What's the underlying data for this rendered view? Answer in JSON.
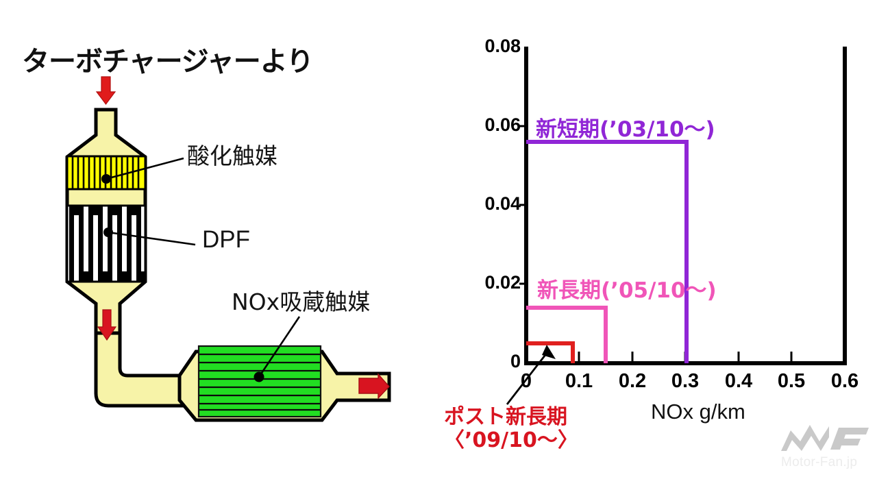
{
  "diagram": {
    "title": "ターボチャージャーより",
    "labels": {
      "oxidation_catalyst": "酸化触媒",
      "dpf": "DPF",
      "nox_trap": "NOx吸蔵触媒"
    },
    "colors": {
      "pipe_fill": "#f7f3a8",
      "oxidation_fill": "#ffff00",
      "nox_fill": "#22dd22",
      "outline": "#000000",
      "flow_arrow": "#d81420"
    }
  },
  "chart_data": {
    "type": "line",
    "title": "",
    "xlabel": "NOx  g/km",
    "ylabel": "",
    "xlim": [
      0,
      0.6
    ],
    "ylim": [
      0,
      0.08
    ],
    "xticks": [
      "0",
      "0.1",
      "0.2",
      "0.3",
      "0.4",
      "0.5",
      "0.6"
    ],
    "xtick_values": [
      0,
      0.1,
      0.2,
      0.3,
      0.4,
      0.5,
      0.6
    ],
    "yticks": [
      "0",
      "0.02",
      "0.04",
      "0.06",
      "0.08"
    ],
    "ytick_values": [
      0,
      0.02,
      0.04,
      0.06,
      0.08
    ],
    "minor_yticks": [
      0.01,
      0.03,
      0.05,
      0.07
    ],
    "grid": false,
    "legend_position": "inline-annotations",
    "series": [
      {
        "name": "新短期(’03/10〜)",
        "color": "#9026d6",
        "nox_limit": 0.28,
        "pm_limit": 0.056,
        "shape": "step",
        "x": [
          0,
          0.28,
          0.28
        ],
        "y": [
          0.056,
          0.056,
          0
        ]
      },
      {
        "name": "新長期(’05/10〜)",
        "color": "#f055b8",
        "nox_limit": 0.14,
        "pm_limit": 0.014,
        "shape": "step",
        "x": [
          0,
          0.14,
          0.14
        ],
        "y": [
          0.014,
          0.014,
          0
        ]
      },
      {
        "name": "ポスト新長期〈’09/10〜〉",
        "color": "#d81420",
        "nox_limit": 0.08,
        "pm_limit": 0.005,
        "shape": "step",
        "x": [
          0,
          0.08,
          0.08
        ],
        "y": [
          0.005,
          0.005,
          0
        ]
      }
    ],
    "annotations": [
      {
        "text": "新短期(’03/10〜)",
        "color": "#9026d6",
        "x": 0.02,
        "y": 0.061
      },
      {
        "text": "新長期(’05/10〜)",
        "color": "#f055b8",
        "x": 0.02,
        "y": 0.0195
      },
      {
        "text_line1": "ポスト新長期",
        "text_line2": "〈’09/10〜〉",
        "color": "#d81420",
        "points_to_x": 0.045,
        "points_to_y": 0.0
      }
    ]
  },
  "post_label": {
    "line1": "ポスト新長期",
    "line2": "〈’09/10〜〉"
  },
  "watermark": {
    "text": "Motor-Fan.jp",
    "logo": "mf-logo"
  }
}
